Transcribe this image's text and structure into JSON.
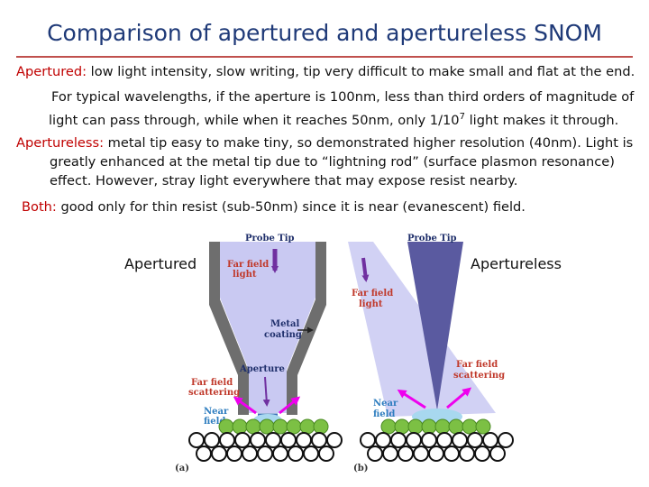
{
  "title": "Comparison of apertured and apertureless SNOM",
  "paragraphs": {
    "apertured_term": "Apertured:",
    "apertured_text": " low light intensity, slow writing, tip very difficult to make small and flat at the end.",
    "typical_line1": "For typical wavelengths, if the aperture is 100nm, less than third orders of magnitude of",
    "typical_line2a": "light can pass through, while when it reaches 50nm, only 1/10",
    "typical_exp": "7",
    "typical_line2b": " light makes it through.",
    "apertureless_term": "Apertureless:",
    "apertureless_line1": " metal tip easy to make tiny, so demonstrated higher resolution (40nm). Light is",
    "apertureless_line2": "greatly enhanced at the metal tip due to “lightning rod” (surface plasmon resonance)",
    "apertureless_line3": "effect. However, stray light everywhere that may expose resist nearby.",
    "both_term": "Both:",
    "both_text": " good only for thin resist (sub-50nm) since it is near (evanescent) field."
  },
  "figure_labels": {
    "left_caption": "Apertured",
    "right_caption": "Apertureless"
  },
  "diagram_a": {
    "probe_tip": "Probe Tip",
    "far_field_light_1": "Far field",
    "far_field_light_2": "light",
    "metal_coating_1": "Metal",
    "metal_coating_2": "coating",
    "aperture": "Aperture",
    "far_field_scattering_1": "Far field",
    "far_field_scattering_2": "scattering",
    "near_field_1": "Near",
    "near_field_2": "field",
    "panel": "(a)"
  },
  "diagram_b": {
    "probe_tip": "Probe Tip",
    "far_field_light_1": "Far field",
    "far_field_light_2": "light",
    "far_field_scattering_1": "Far field",
    "far_field_scattering_2": "scattering",
    "near_field_1": "Near",
    "near_field_2": "field",
    "panel": "(b)"
  },
  "colors": {
    "title": "#1f3a78",
    "rule": "#c0504d",
    "term": "#c00000",
    "light": "#c9c9f2",
    "coating": "#6e6e6e",
    "arrow": "#7030a0",
    "scatter_arrow": "#ee00ee",
    "label_red": "#c0392b",
    "label_navy": "#1f2f6b",
    "near_field": "#a8d8ef",
    "molecule": "#7cc044"
  }
}
